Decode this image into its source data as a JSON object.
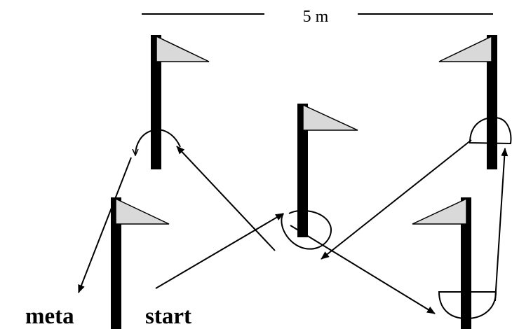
{
  "diagram": {
    "scale_label": "5 m",
    "start_label": "start",
    "finish_label": "meta",
    "colors": {
      "pole": "#000000",
      "flag_fill": "#d9d9d9",
      "line": "#000000",
      "background": "#ffffff"
    },
    "flags": [
      {
        "id": "flag-top-left",
        "flag_direction": "right"
      },
      {
        "id": "flag-top-right",
        "flag_direction": "left"
      },
      {
        "id": "flag-center",
        "flag_direction": "right"
      },
      {
        "id": "flag-bottom-left",
        "flag_direction": "right"
      },
      {
        "id": "flag-bottom-right",
        "flag_direction": "left"
      }
    ]
  }
}
